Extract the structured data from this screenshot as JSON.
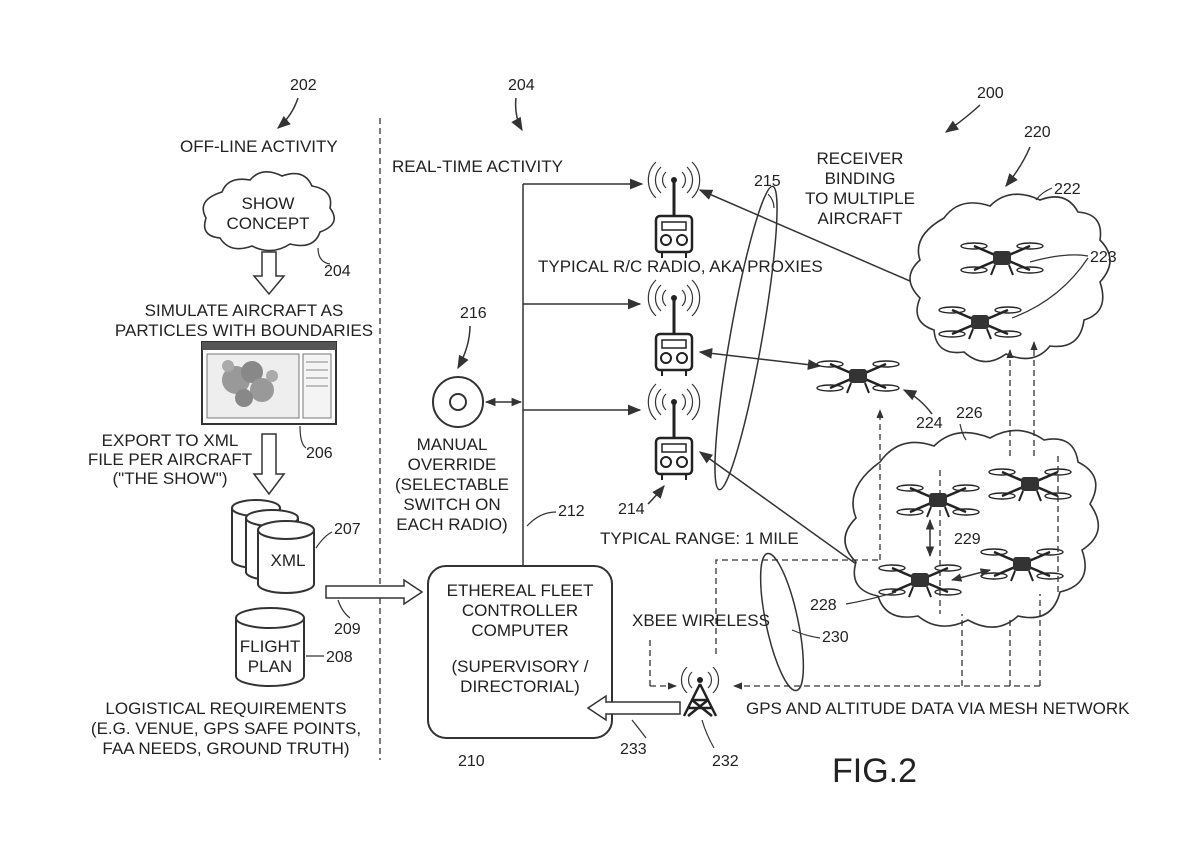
{
  "refs": {
    "r200": "200",
    "r202": "202",
    "r204a": "204",
    "r204b": "204",
    "r206": "206",
    "r207": "207",
    "r208": "208",
    "r209": "209",
    "r210": "210",
    "r212": "212",
    "r214": "214",
    "r215": "215",
    "r216": "216",
    "r220": "220",
    "r222": "222",
    "r223": "223",
    "r224": "224",
    "r226": "226",
    "r228": "228",
    "r229": "229",
    "r230": "230",
    "r232": "232",
    "r233": "233"
  },
  "offline": {
    "heading": "OFF-LINE ACTIVITY",
    "concept": [
      "SHOW",
      "CONCEPT"
    ],
    "simulate": [
      "SIMULATE AIRCRAFT AS",
      "PARTICLES WITH BOUNDARIES"
    ],
    "export": [
      "EXPORT TO XML",
      "FILE PER AIRCRAFT",
      "(\"THE SHOW\")"
    ],
    "xml": "XML",
    "flight_plan": [
      "FLIGHT",
      "PLAN"
    ],
    "logistics": [
      "LOGISTICAL REQUIREMENTS",
      "(E.G. VENUE, GPS SAFE POINTS,",
      "FAA NEEDS, GROUND TRUTH)"
    ]
  },
  "realtime": {
    "heading": "REAL-TIME ACTIVITY",
    "manual": [
      "MANUAL",
      "OVERRIDE",
      "(SELECTABLE",
      "SWITCH ON",
      "EACH RADIO)"
    ],
    "controller": [
      "ETHEREAL FLEET",
      "CONTROLLER",
      "COMPUTER"
    ],
    "supervisory": [
      "(SUPERVISORY /",
      "DIRECTORIAL)"
    ],
    "typical_radio": "TYPICAL R/C RADIO, AKA PROXIES",
    "typical_range": "TYPICAL RANGE: 1 MILE",
    "xbee": "XBEE WIRELESS",
    "gps": "GPS AND ALTITUDE DATA VIA MESH NETWORK",
    "receiver": [
      "RECEIVER",
      "BINDING",
      "TO MULTIPLE",
      "AIRCRAFT"
    ]
  },
  "fig_label": "FIG.2"
}
